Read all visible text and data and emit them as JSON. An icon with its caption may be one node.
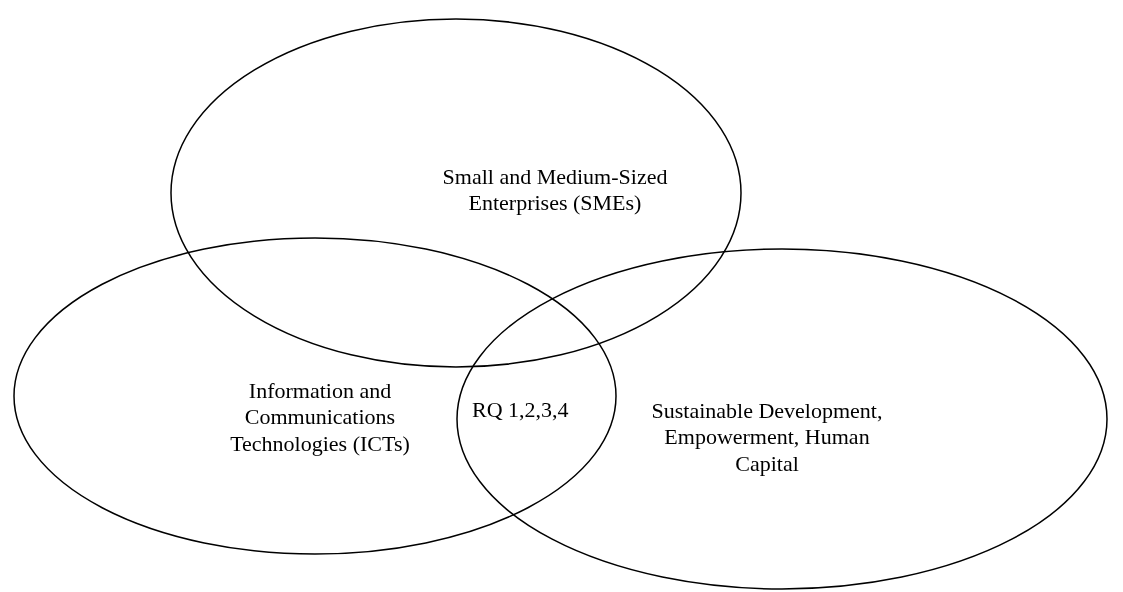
{
  "diagram": {
    "nodes": [
      {
        "text": [
          "Small and Medium-Sized Enterprises (SMEs)"
        ]
      },
      {
        "text": [
          "Information and Communications Technologies (ICTs)"
        ]
      },
      {
        "text": [
          "Sustainable Development, Empowerment, Human Capital"
        ]
      }
    ],
    "labels": [
      "RQ 1,2,3,4"
    ]
  }
}
